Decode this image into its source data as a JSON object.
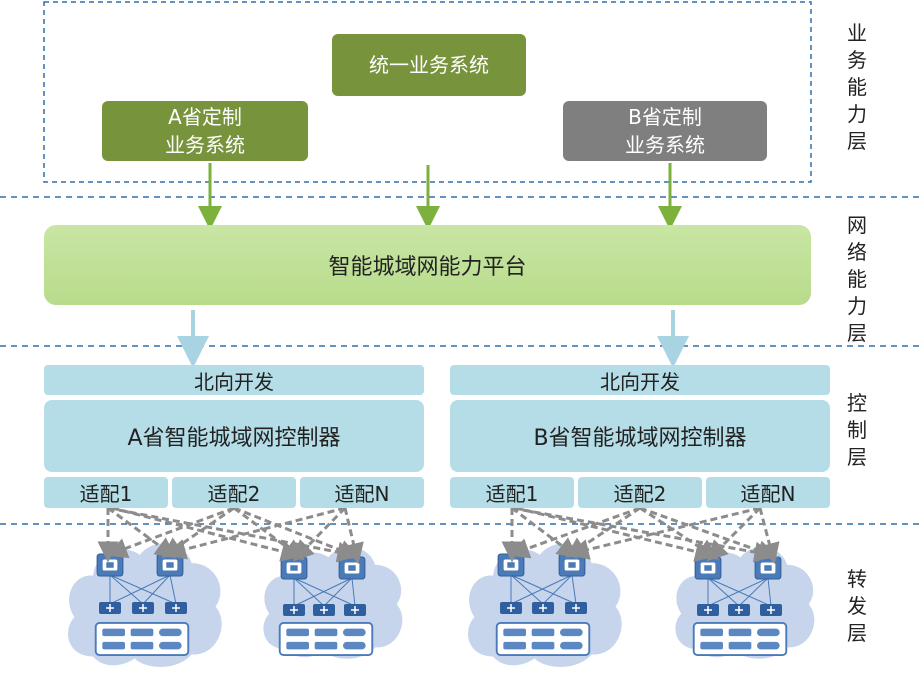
{
  "layers": {
    "business": "业务能力层",
    "network": "网络能力层",
    "control": "控制层",
    "forwarding": "转发层"
  },
  "business": {
    "unified": "统一业务系统",
    "a_custom_line1": "A省定制",
    "a_custom_line2": "业务系统",
    "b_custom_line1": "B省定制",
    "b_custom_line2": "业务系统"
  },
  "platform": {
    "label": "智能城域网能力平台"
  },
  "control_a": {
    "north": "北向开发",
    "controller": "A省智能城域网控制器",
    "adapters": [
      "适配1",
      "适配2",
      "适配N"
    ]
  },
  "control_b": {
    "north": "北向开发",
    "controller": "B省智能城域网控制器",
    "adapters": [
      "适配1",
      "适配2",
      "适配N"
    ]
  },
  "colors": {
    "olive": "#77933c",
    "gray": "#7f7f7f",
    "platform": "#c3e2a0",
    "control": "#b5dde7",
    "cloud": "#c6d5ec",
    "device": "#4a7ab8",
    "dash_line": "#2e6fa7"
  }
}
